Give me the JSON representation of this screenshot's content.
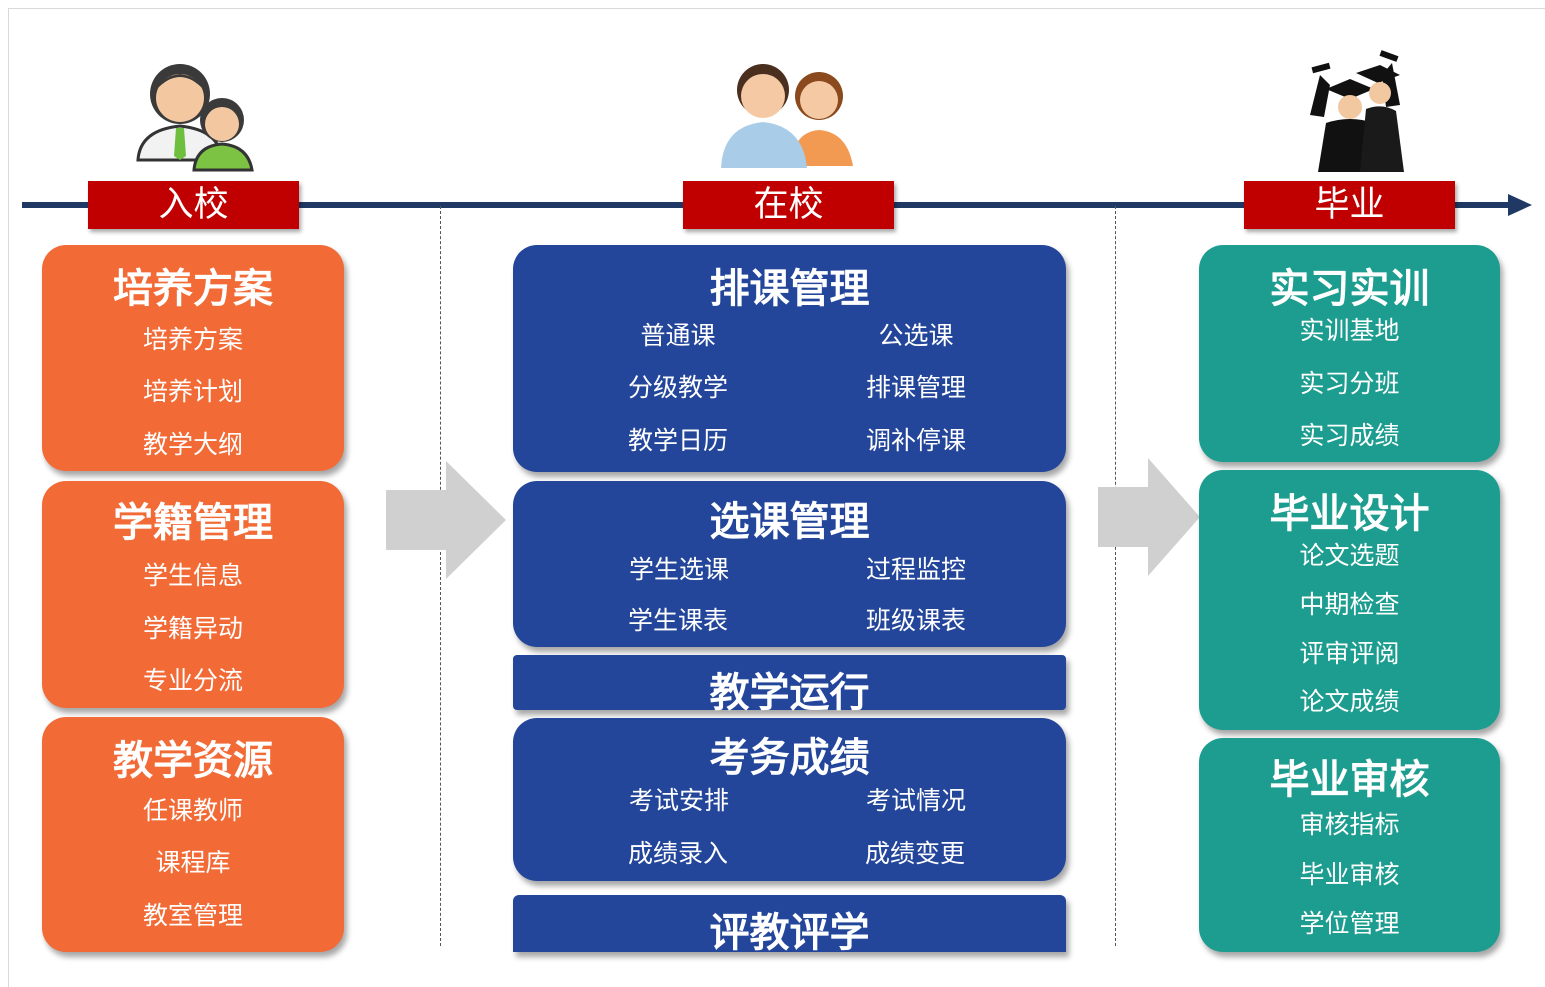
{
  "stages": [
    {
      "label": "入校"
    },
    {
      "label": "在校"
    },
    {
      "label": "毕业"
    }
  ],
  "enrollment": {
    "cards": [
      {
        "title": "培养方案",
        "items": [
          "培养方案",
          "培养计划",
          "教学大纲"
        ]
      },
      {
        "title": "学籍管理",
        "items": [
          "学生信息",
          "学籍异动",
          "专业分流"
        ]
      },
      {
        "title": "教学资源",
        "items": [
          "任课教师",
          "课程库",
          "教室管理"
        ]
      }
    ]
  },
  "in_school": {
    "cards": [
      {
        "title": "排课管理",
        "items": [
          "普通课",
          "公选课",
          "分级教学",
          "排课管理",
          "教学日历",
          "调补停课"
        ]
      },
      {
        "title": "选课管理",
        "items": [
          "学生选课",
          "过程监控",
          "学生课表",
          "班级课表"
        ]
      },
      {
        "title": "教学运行",
        "items": []
      },
      {
        "title": "考务成绩",
        "items": [
          "考试安排",
          "考试情况",
          "成绩录入",
          "成绩变更"
        ]
      },
      {
        "title": "评教评学",
        "items": []
      }
    ]
  },
  "graduation": {
    "cards": [
      {
        "title": "实习实训",
        "items": [
          "实训基地",
          "实习分班",
          "实习成绩"
        ]
      },
      {
        "title": "毕业设计",
        "items": [
          "论文选题",
          "中期检查",
          "评审评阅",
          "论文成绩"
        ]
      },
      {
        "title": "毕业审核",
        "items": [
          "审核指标",
          "毕业审核",
          "学位管理"
        ]
      }
    ]
  },
  "colors": {
    "timeline": "#1f3864",
    "stage_label": "#c00000",
    "enrollment_card": "#f26a35",
    "in_school_card": "#23469b",
    "graduation_card": "#1d9d8f",
    "arrow": "#d0d0d0"
  },
  "icons": [
    "students-couple-icon",
    "man-woman-icon",
    "graduates-icon"
  ]
}
